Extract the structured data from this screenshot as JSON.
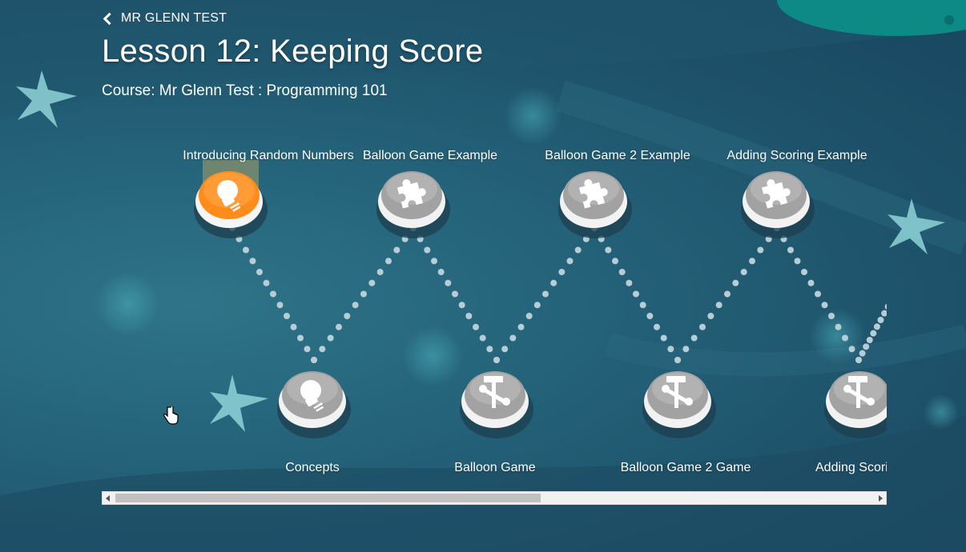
{
  "header": {
    "back_label": "MR GLENN TEST",
    "title": "Lesson 12: Keeping Score",
    "course": "Course: Mr Glenn Test : Programming 101"
  },
  "colors": {
    "background": "#22607a",
    "active_node": "#f07a1a",
    "inactive_node": "#9a9a9a",
    "path_dots": "#b7cdd6"
  },
  "nodes": [
    {
      "label": "Introducing Random Numbers",
      "icon": "lightbulb-icon",
      "state": "active"
    },
    {
      "label": "Concepts",
      "icon": "lightbulb-icon",
      "state": "inactive"
    },
    {
      "label": "Balloon Game Example",
      "icon": "puzzle-icon",
      "state": "inactive"
    },
    {
      "label": "Balloon Game",
      "icon": "tools-icon",
      "state": "inactive"
    },
    {
      "label": "Balloon Game 2 Example",
      "icon": "puzzle-icon",
      "state": "inactive"
    },
    {
      "label": "Balloon Game 2 Game",
      "icon": "tools-icon",
      "state": "inactive"
    },
    {
      "label": "Adding Scoring Example",
      "icon": "puzzle-icon",
      "state": "inactive"
    },
    {
      "label": "Adding Scori",
      "icon": "tools-icon",
      "state": "inactive"
    }
  ],
  "scrollbar": {
    "thumb_fraction": 0.56,
    "position_fraction": 0.0
  }
}
